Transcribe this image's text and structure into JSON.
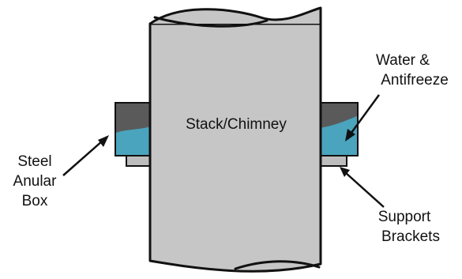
{
  "labels": {
    "stack": "Stack/Chimney",
    "water_line1": "Water &",
    "water_line2": "Antifreeze",
    "box_line1": "Steel",
    "box_line2": "Anular",
    "box_line3": "Box",
    "brackets_line1": "Support",
    "brackets_line2": "Brackets"
  },
  "colors": {
    "stack": "#c6c6c6",
    "box_steel": "#5a5a5a",
    "water": "#4aa4bd",
    "bracket": "#bdbdbd",
    "outline": "#111111"
  }
}
